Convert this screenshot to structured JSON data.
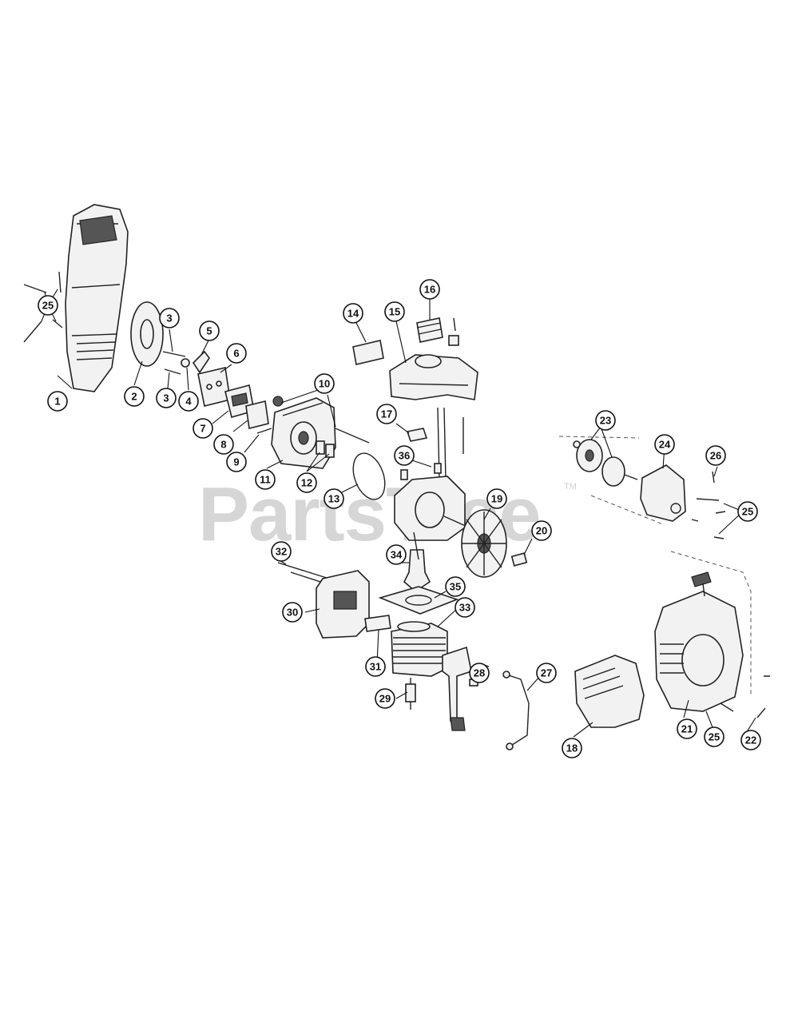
{
  "watermark": {
    "text": "PartsTree",
    "tm": "TM"
  },
  "labels": [
    "1",
    "2",
    "3",
    "3",
    "4",
    "5",
    "6",
    "7",
    "8",
    "9",
    "10",
    "11",
    "12",
    "13",
    "14",
    "15",
    "16",
    "17",
    "18",
    "19",
    "20",
    "21",
    "22",
    "23",
    "24",
    "25",
    "25",
    "25",
    "26",
    "27",
    "28",
    "29",
    "30",
    "31",
    "32",
    "33",
    "34",
    "35",
    "36"
  ]
}
